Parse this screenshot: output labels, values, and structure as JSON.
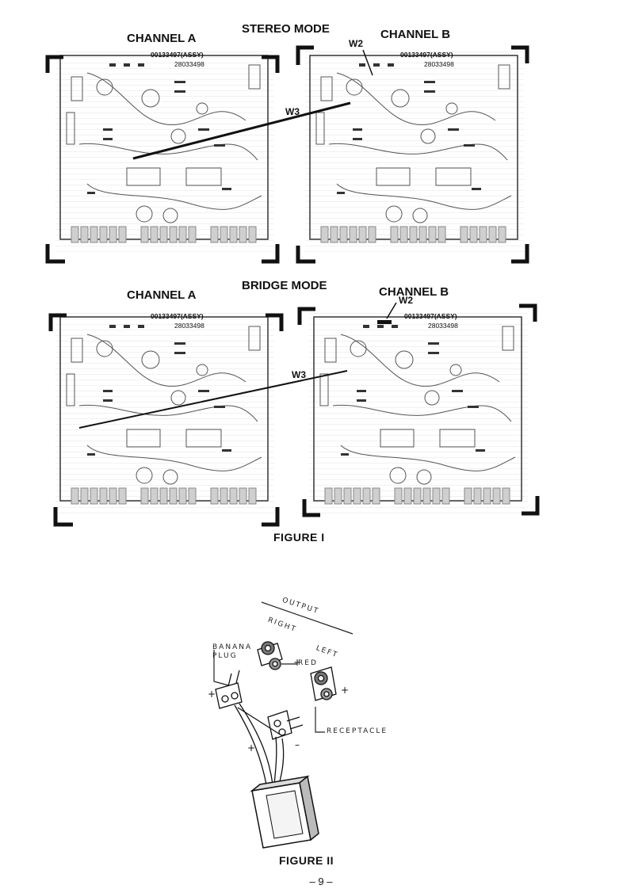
{
  "figure1": {
    "stereo": {
      "mode_title": "STEREO MODE",
      "channel_a": "CHANNEL A",
      "channel_b": "CHANNEL B",
      "assy_label": "00133497(ASSY)",
      "part_no": "28033498",
      "wire_w2": "W2",
      "wire_w3": "W3"
    },
    "bridge": {
      "mode_title": "BRIDGE MODE",
      "channel_a": "CHANNEL A",
      "channel_b": "CHANNEL B",
      "assy_label": "00133497(ASSY)",
      "part_no": "28033498",
      "wire_w2": "W2",
      "wire_w3": "W3"
    },
    "caption": "FIGURE I"
  },
  "figure2": {
    "output_label": "OUTPUT",
    "right_label": "RIGHT",
    "left_label": "LEFT",
    "banana_label": "BANANA",
    "plug_label": "PLUG",
    "red_label": "RED",
    "receptacle_label": "RECEPTACLE",
    "caption": "FIGURE II"
  },
  "page_number": "– 9 –"
}
